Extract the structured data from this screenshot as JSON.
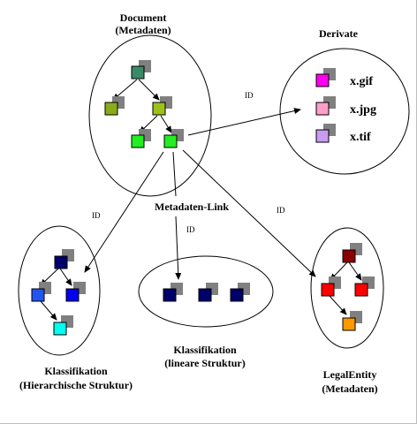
{
  "colors": {
    "shadow": "#808080",
    "stroke": "#000000"
  },
  "document": {
    "title_line1": "Document",
    "title_line2": "(Metadaten)",
    "node_colors": [
      "#3a8a6a",
      "#8aab1a",
      "#9cc21a",
      "#22ee22",
      "#22ee22"
    ]
  },
  "derivate": {
    "title": "Derivate",
    "files": [
      {
        "name": "x.gif",
        "color": "#ff00ee"
      },
      {
        "name": "x.jpg",
        "color": "#ff9ec8"
      },
      {
        "name": "x.tif",
        "color": "#c89cf0"
      }
    ]
  },
  "metadaten_link": "Metadaten-Link",
  "edge_label": "ID",
  "klass_hier": {
    "title_line1": "Klassifikation",
    "title_line2": "(Hierarchische Struktur)",
    "node_colors": [
      "#00006a",
      "#2255ee",
      "#0000ee",
      "#00ffee"
    ]
  },
  "klass_lin": {
    "title_line1": "Klassifikation",
    "title_line2": "(lineare Struktur)",
    "node_colors": [
      "#00006a",
      "#00006a",
      "#00006a"
    ]
  },
  "legal": {
    "title_line1": "LegalEntity",
    "title_line2": "(Metadaten)",
    "node_colors": [
      "#8a0000",
      "#ff0000",
      "#ff0000",
      "#ff9900"
    ]
  }
}
